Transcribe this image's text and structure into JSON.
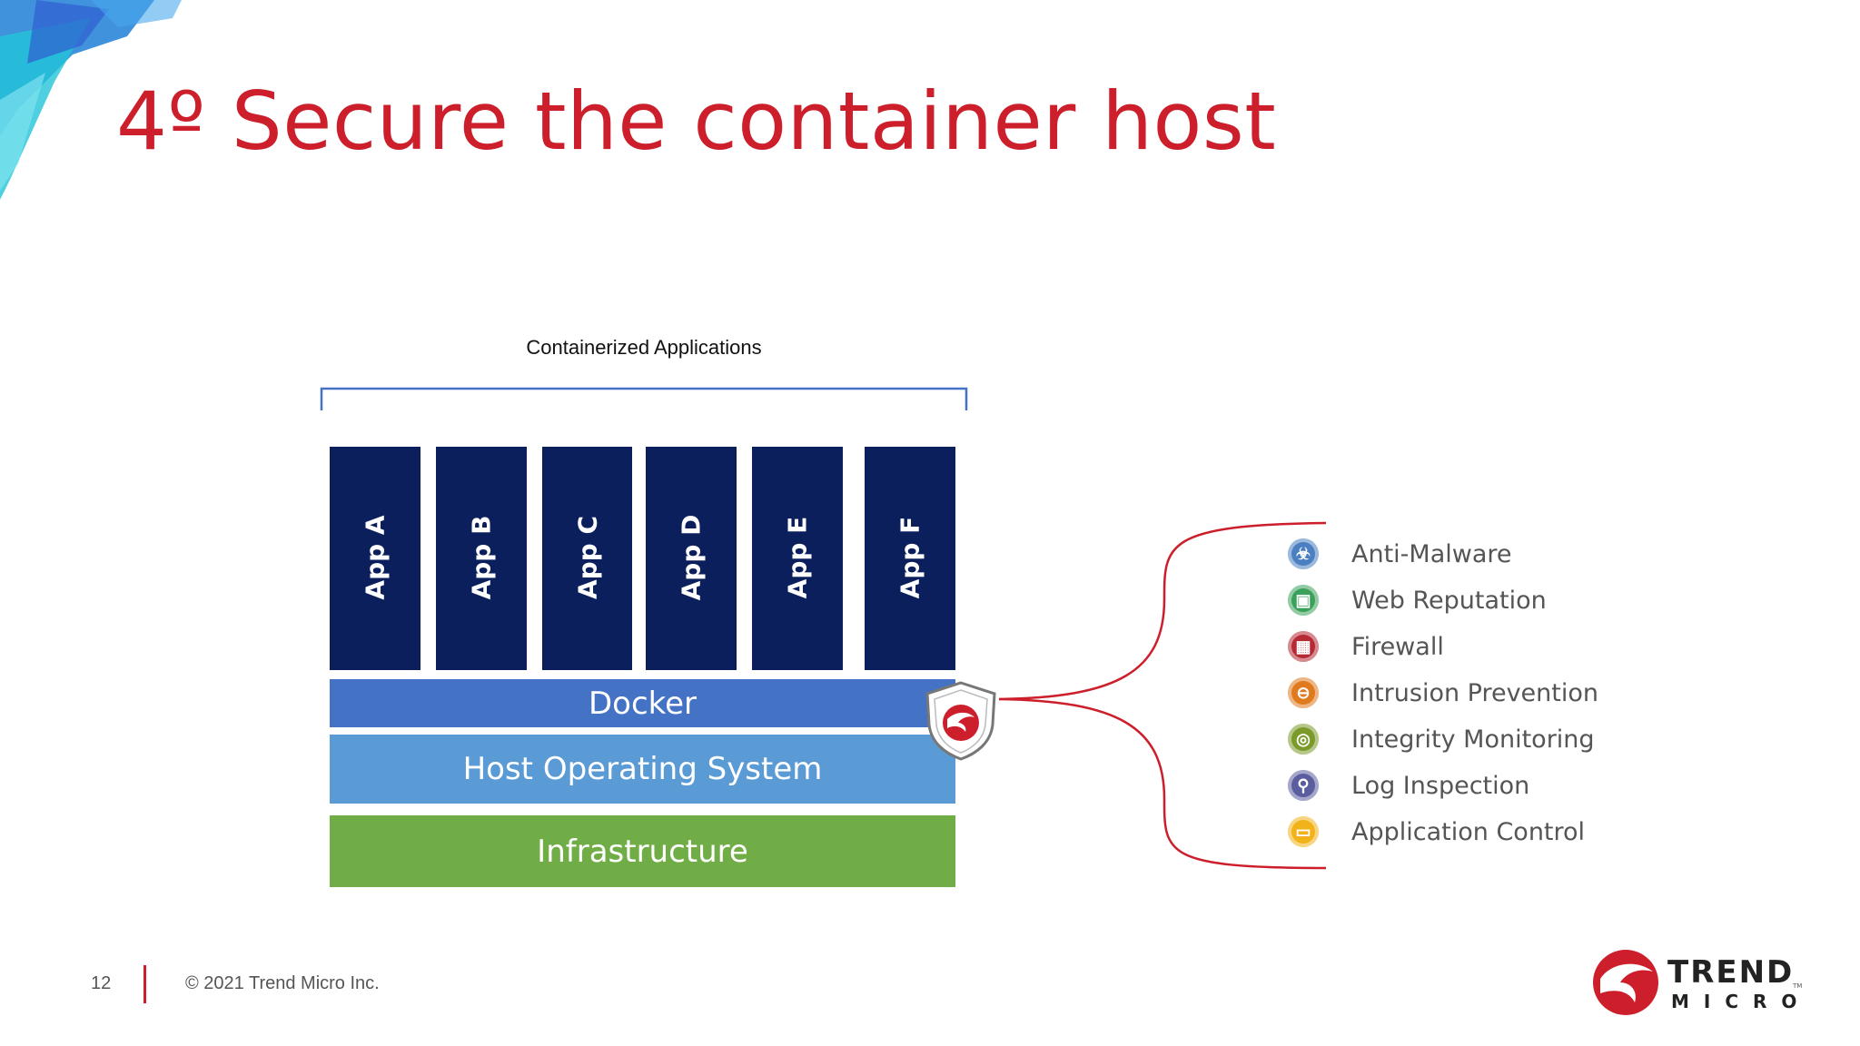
{
  "slide": {
    "title": "4º Secure the container host"
  },
  "diagram": {
    "caption": "Containerized Applications",
    "apps": [
      "App A",
      "App B",
      "App C",
      "App D",
      "App E",
      "App F"
    ],
    "layers": {
      "docker": "Docker",
      "host_os": "Host Operating System",
      "infrastructure": "Infrastructure"
    },
    "features": [
      {
        "label": "Anti-Malware",
        "icon": "biohazard-icon",
        "color": "#4a7fc1",
        "glyph": "☣"
      },
      {
        "label": "Web Reputation",
        "icon": "web-page-icon",
        "color": "#3aa05a",
        "glyph": "▣"
      },
      {
        "label": "Firewall",
        "icon": "brick-wall-icon",
        "color": "#b52a35",
        "glyph": "▦"
      },
      {
        "label": "Intrusion Prevention",
        "icon": "intruder-icon",
        "color": "#e07a1f",
        "glyph": "⊖"
      },
      {
        "label": "Integrity Monitoring",
        "icon": "fingerprint-icon",
        "color": "#7a9a2a",
        "glyph": "◎"
      },
      {
        "label": "Log Inspection",
        "icon": "magnifier-icon",
        "color": "#5a5d9e",
        "glyph": "⚲"
      },
      {
        "label": "Application Control",
        "icon": "app-window-icon",
        "color": "#f2b31a",
        "glyph": "▭"
      }
    ],
    "colors": {
      "app_column": "#0a1f5c",
      "docker": "#4472c4",
      "host_os": "#5b9bd5",
      "infrastructure": "#70ad47",
      "accent_red": "#cc1f2b"
    }
  },
  "footer": {
    "page_number": "12",
    "copyright": "© 2021 Trend Micro Inc.",
    "brand_line1": "TREND",
    "brand_line2": "MICRO",
    "trademark": "TM"
  }
}
